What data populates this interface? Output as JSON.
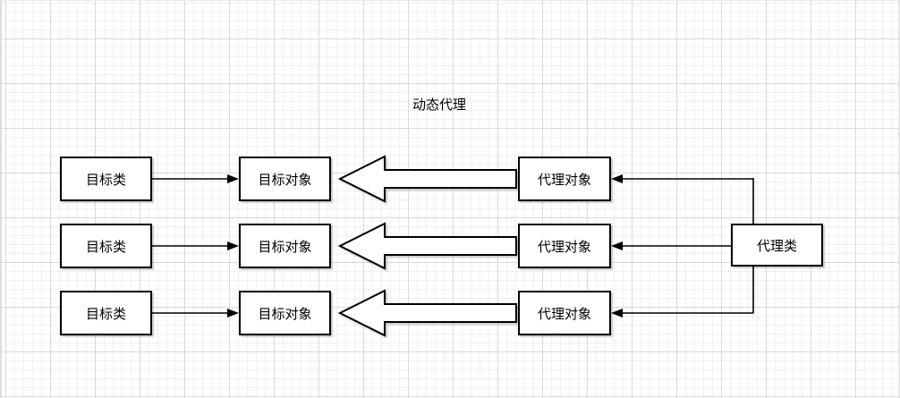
{
  "diagram": {
    "title": "动态代理",
    "labels": {
      "target_class": "目标类",
      "target_object": "目标对象",
      "proxy_object": "代理对象",
      "proxy_class": "代理类"
    },
    "rows": 3,
    "colors": {
      "shape_stroke": "#000000",
      "shape_fill": "#ffffff",
      "text": "#000000",
      "grid_minor": "#f0f0f0",
      "grid_major": "#d9d9d9",
      "background": "#ffffff"
    }
  }
}
